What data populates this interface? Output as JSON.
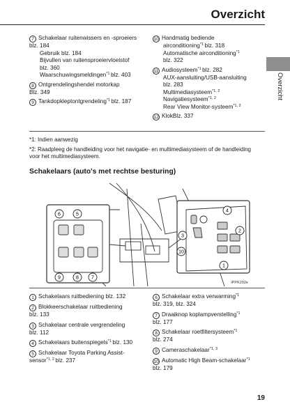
{
  "header": {
    "title": "Overzicht",
    "side_label": "Overzicht"
  },
  "top_left": [
    {
      "num": "7",
      "lines": [
        "Schakelaar ruitenwissers en -sproeiers",
        "blz. 184",
        "Gebruik blz. 184",
        "Bijvullen van ruitensproeiervloeistof",
        "blz. 360",
        "Waarschuwingsmeldingen*1 blz. 403"
      ]
    },
    {
      "num": "8",
      "lines": [
        "Ontgrendelingshendel motorkap",
        "Blz. 349"
      ]
    },
    {
      "num": "9",
      "lines": [
        "Tankdopkleptontgrendeling*1 blz. 187"
      ]
    }
  ],
  "top_right": [
    {
      "num": "10",
      "lines": [
        "Handmatig bediende",
        "airconditioning*1 blz. 318",
        "Automatische airconditioning*1",
        "blz. 322"
      ]
    },
    {
      "num": "11",
      "lines": [
        "Audiosysteem*1 blz. 282",
        "AUX-aansluiting/USB-aansluiting",
        "blz. 283",
        "Multimediasysteem*1, 2",
        "Navigatiesysteem*1, 2",
        "Rear View Monitor-systeem*1, 2"
      ]
    },
    {
      "num": "12",
      "lines": [
        "KlokBlz. 337"
      ]
    }
  ],
  "footnotes": {
    "f1": "*1: Indien aanwezig",
    "f2": "*2: Raadpleeg de handleiding voor het navigatie- en multimediasysteem of de handleiding voor het multimediasysteem."
  },
  "section_title": "Schakelaars (auto's met rechtse besturing)",
  "figure": {
    "code": "IPPK202e",
    "callouts": [
      "1",
      "2",
      "3",
      "4",
      "5",
      "6",
      "7",
      "8",
      "9",
      "10"
    ]
  },
  "bottom_left": [
    {
      "num": "1",
      "lines": [
        "Schakelaars ruitbediening blz. 132"
      ]
    },
    {
      "num": "2",
      "lines": [
        "Blokkeerschakelaar ruitbediening",
        "blz. 133"
      ]
    },
    {
      "num": "3",
      "lines": [
        "Schakelaar centrale vergrendeling",
        "blz. 112"
      ]
    },
    {
      "num": "4",
      "lines": [
        "Schakelaars buitenspiegels*1 blz. 130"
      ]
    },
    {
      "num": "5",
      "lines": [
        "Schakelaar Toyota Parking Assist-",
        "sensor*1, 2 blz. 237"
      ]
    }
  ],
  "bottom_right": [
    {
      "num": "6",
      "lines": [
        "Schakelaar extra verwarming*1",
        "blz. 319, blz. 324"
      ]
    },
    {
      "num": "7",
      "lines": [
        "Draaiknop koplampverstelling*1",
        "blz. 177"
      ]
    },
    {
      "num": "8",
      "lines": [
        "Schakelaar roetfiltersysteem*1",
        "blz. 274"
      ]
    },
    {
      "num": "9",
      "lines": [
        "Cameraschakelaar*1, 3"
      ]
    },
    {
      "num": "10",
      "lines": [
        "Automatic High Beam-schakelaar*1",
        "blz. 179"
      ]
    }
  ],
  "page_number": "19"
}
